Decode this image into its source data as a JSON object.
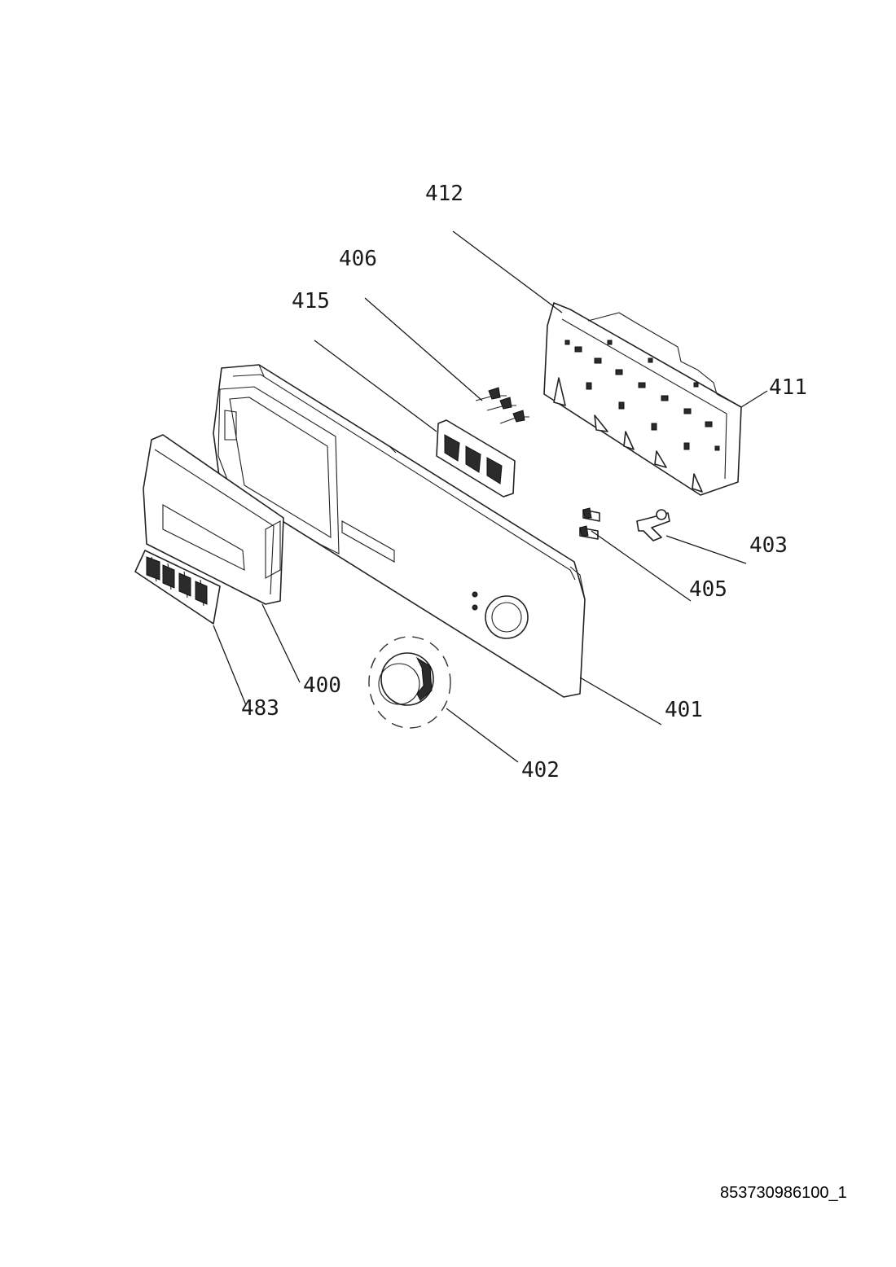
{
  "callouts": [
    {
      "id": "412",
      "label": "412"
    },
    {
      "id": "406",
      "label": "406"
    },
    {
      "id": "415",
      "label": "415"
    },
    {
      "id": "411",
      "label": "411"
    },
    {
      "id": "403",
      "label": "403"
    },
    {
      "id": "405",
      "label": "405"
    },
    {
      "id": "400",
      "label": "400"
    },
    {
      "id": "483",
      "label": "483"
    },
    {
      "id": "401",
      "label": "401"
    },
    {
      "id": "402",
      "label": "402"
    }
  ],
  "footer": {
    "document_id": "853730986100_1"
  }
}
